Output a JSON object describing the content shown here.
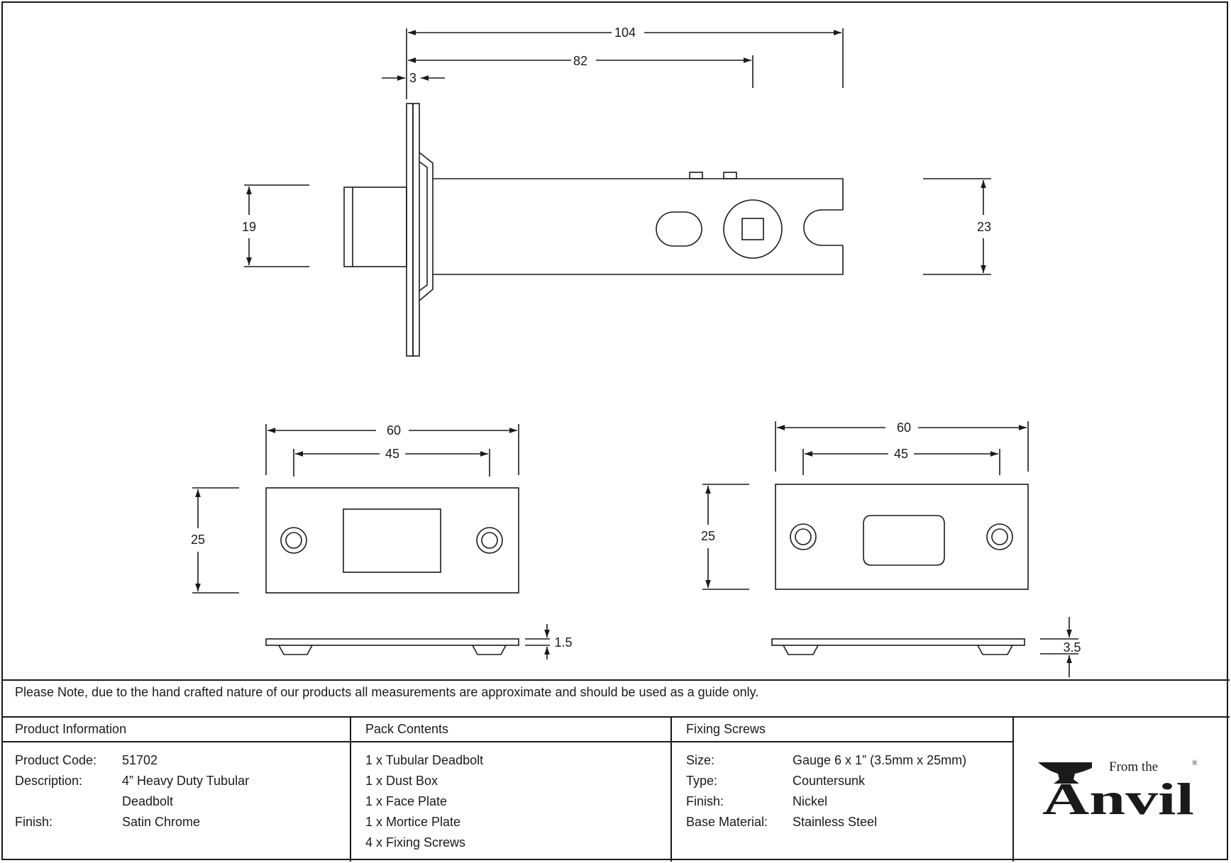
{
  "dimensions": {
    "bolt_overall_length": "104",
    "backset": "82",
    "faceplate_offset": "3",
    "bolt_head_height": "19",
    "case_height": "23",
    "face_plate_width": "60",
    "face_plate_hole_spacing": "45",
    "face_plate_height": "25",
    "face_plate_thickness": "1.5",
    "mortice_plate_width": "60",
    "mortice_plate_hole_spacing": "45",
    "mortice_plate_height": "25",
    "mortice_plate_thickness": "3.5"
  },
  "note": "Please Note, due to the hand crafted nature of our products all measurements are approximate and should be used as a guide only.",
  "product_info": {
    "header": "Product Information",
    "rows": [
      {
        "label": "Product Code:",
        "value": "51702"
      },
      {
        "label": "Description:",
        "value": "4” Heavy Duty Tubular",
        "value2": "Deadbolt"
      },
      {
        "label": "Finish:",
        "value": "Satin Chrome"
      }
    ]
  },
  "pack_contents": {
    "header": "Pack Contents",
    "items": [
      "1 x Tubular Deadbolt",
      "1 x Dust Box",
      "1 x Face Plate",
      "1 x Mortice Plate",
      "4 x Fixing Screws"
    ]
  },
  "fixing_screws": {
    "header": "Fixing Screws",
    "rows": [
      {
        "label": "Size:",
        "value": "Gauge 6 x 1” (3.5mm x 25mm)"
      },
      {
        "label": "Type:",
        "value": "Countersunk"
      },
      {
        "label": "Finish:",
        "value": "Nickel"
      },
      {
        "label": "Base Material:",
        "value": "Stainless Steel"
      }
    ]
  },
  "logo": {
    "small_text": "From the",
    "big_text": "Anvil",
    "registered_mark": "®"
  }
}
